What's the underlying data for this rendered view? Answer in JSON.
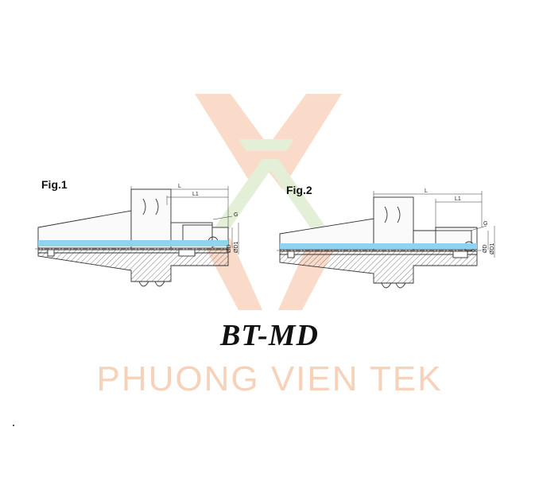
{
  "title": "BT-MD",
  "watermark": {
    "text": "PHUONG VIEN TEK",
    "colors": {
      "orange": "#f6bfa0",
      "green": "#cfe3b8",
      "blue": "#8fd3ef"
    }
  },
  "figures": [
    {
      "label": "Fig.1",
      "dimensions": {
        "length": "L",
        "length1": "L1",
        "thread": "G",
        "diameter": "ØD",
        "diameter1": "ØD1"
      }
    },
    {
      "label": "Fig.2",
      "dimensions": {
        "length": "L",
        "length1": "L1",
        "thread": "G",
        "diameter": "ØD",
        "diameter1": "ØD1"
      }
    }
  ],
  "colors": {
    "line": "#333333",
    "coolant": "#8fd3ef",
    "hatch": "#555555"
  }
}
